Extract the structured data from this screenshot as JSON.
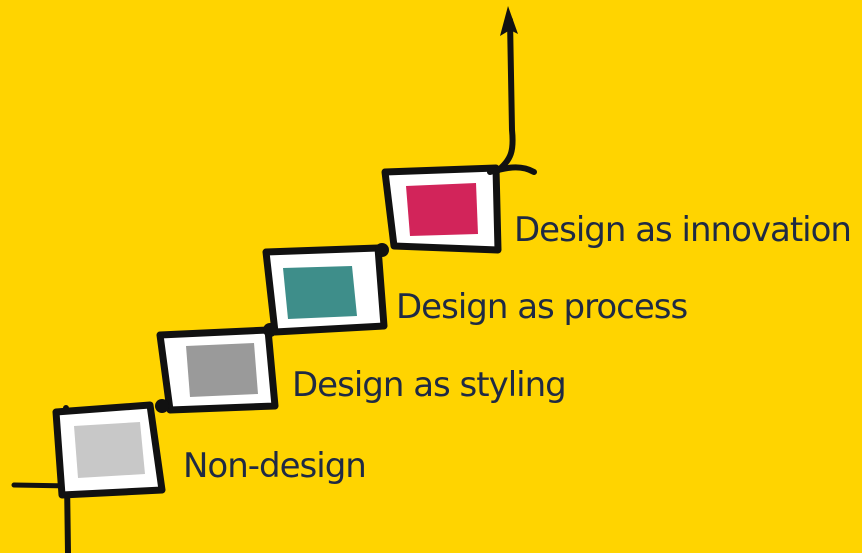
{
  "diagram": {
    "steps": [
      {
        "label": "Non-design",
        "fill": "#C8C8C8"
      },
      {
        "label": "Design as styling",
        "fill": "#9A9A9A"
      },
      {
        "label": "Design as process",
        "fill": "#3E8E8A"
      },
      {
        "label": "Design as innovation",
        "fill": "#D2245A"
      }
    ],
    "colors": {
      "background": "#FFD400",
      "outline": "#111111",
      "box_face": "#FFFFFF",
      "text": "#1F2A44"
    }
  }
}
